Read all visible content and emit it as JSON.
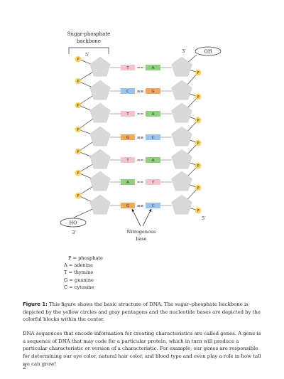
{
  "diagram": {
    "backbone_label_line1": "Sugar-phosphate",
    "backbone_label_line2": "backbone",
    "left_top_end": "5′",
    "right_top_end": "3′",
    "right_top_cap": "OH",
    "left_bottom_cap": "HO",
    "left_bottom_end": "3′",
    "right_bottom_end": "5′",
    "nitrogenous_label_line1": "Nitrogenous",
    "nitrogenous_label_line2": "base",
    "phosphate_letter": "P",
    "base_pairs": [
      {
        "left": "T",
        "right": "A",
        "bond": "=="
      },
      {
        "left": "C",
        "right": "G",
        "bond": "≡≡"
      },
      {
        "left": "T",
        "right": "A",
        "bond": "=="
      },
      {
        "left": "G",
        "right": "C",
        "bond": "≡≡"
      },
      {
        "left": "T",
        "right": "A",
        "bond": "=="
      },
      {
        "left": "A",
        "right": "T",
        "bond": "=="
      },
      {
        "left": "G",
        "right": "C",
        "bond": "≡≡"
      }
    ],
    "colors": {
      "A": "#8fcf7e",
      "T": "#f3c4cc",
      "C": "#9cc3ef",
      "G": "#f0a85e",
      "phosphate": "#f7d257",
      "sugar": "#d9d9d9"
    }
  },
  "legend": [
    "P = phosphate",
    "A = adenine",
    "T = thymine",
    "G = guanine",
    "C = cytosine"
  ],
  "caption": {
    "label": "Figure 1:",
    "text": " This figure shows the basic structure of DNA. The sugar–phosphate backbone is depicted by the yellow circles and gray pentagons and the nucleotide bases are depicted by the colorful blocks within the center."
  },
  "paragraph": "DNA sequences that encode information for creating characteristics are called genes. A gene is a sequence of DNA that may code for a particular protein, which in turn will produce a particular characteristic or version of a characteristic. For example, our genes are responsible for determining our eye color, natural hair color, and blood type and even play a role in how tall we can grow!",
  "page_number": "2"
}
